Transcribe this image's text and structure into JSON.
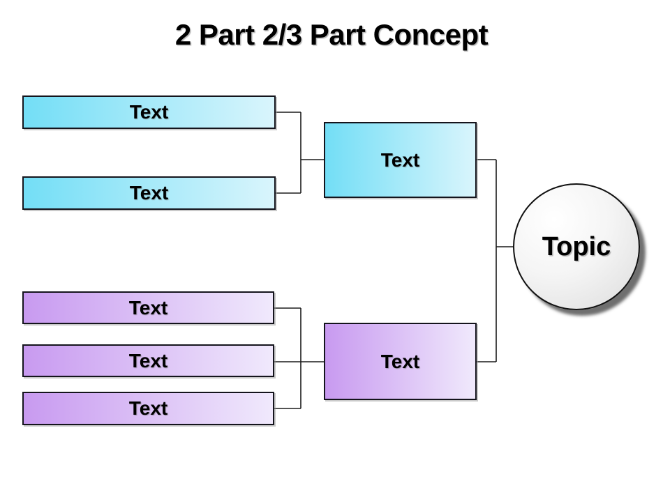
{
  "title": "2 Part 2/3 Part Concept",
  "colors": {
    "cyan_start": "#73def6",
    "cyan_end": "#d9f5fc",
    "purple_start": "#c89af0",
    "purple_end": "#f0e9fc",
    "line_color": "#1a1a1a",
    "border_color": "#14141c"
  },
  "diagram": {
    "topic": {
      "label": "Topic"
    },
    "group_top": {
      "parent_label": "Text",
      "children": [
        {
          "label": "Text"
        },
        {
          "label": "Text"
        }
      ]
    },
    "group_bottom": {
      "parent_label": "Text",
      "children": [
        {
          "label": "Text"
        },
        {
          "label": "Text"
        },
        {
          "label": "Text"
        }
      ]
    }
  }
}
